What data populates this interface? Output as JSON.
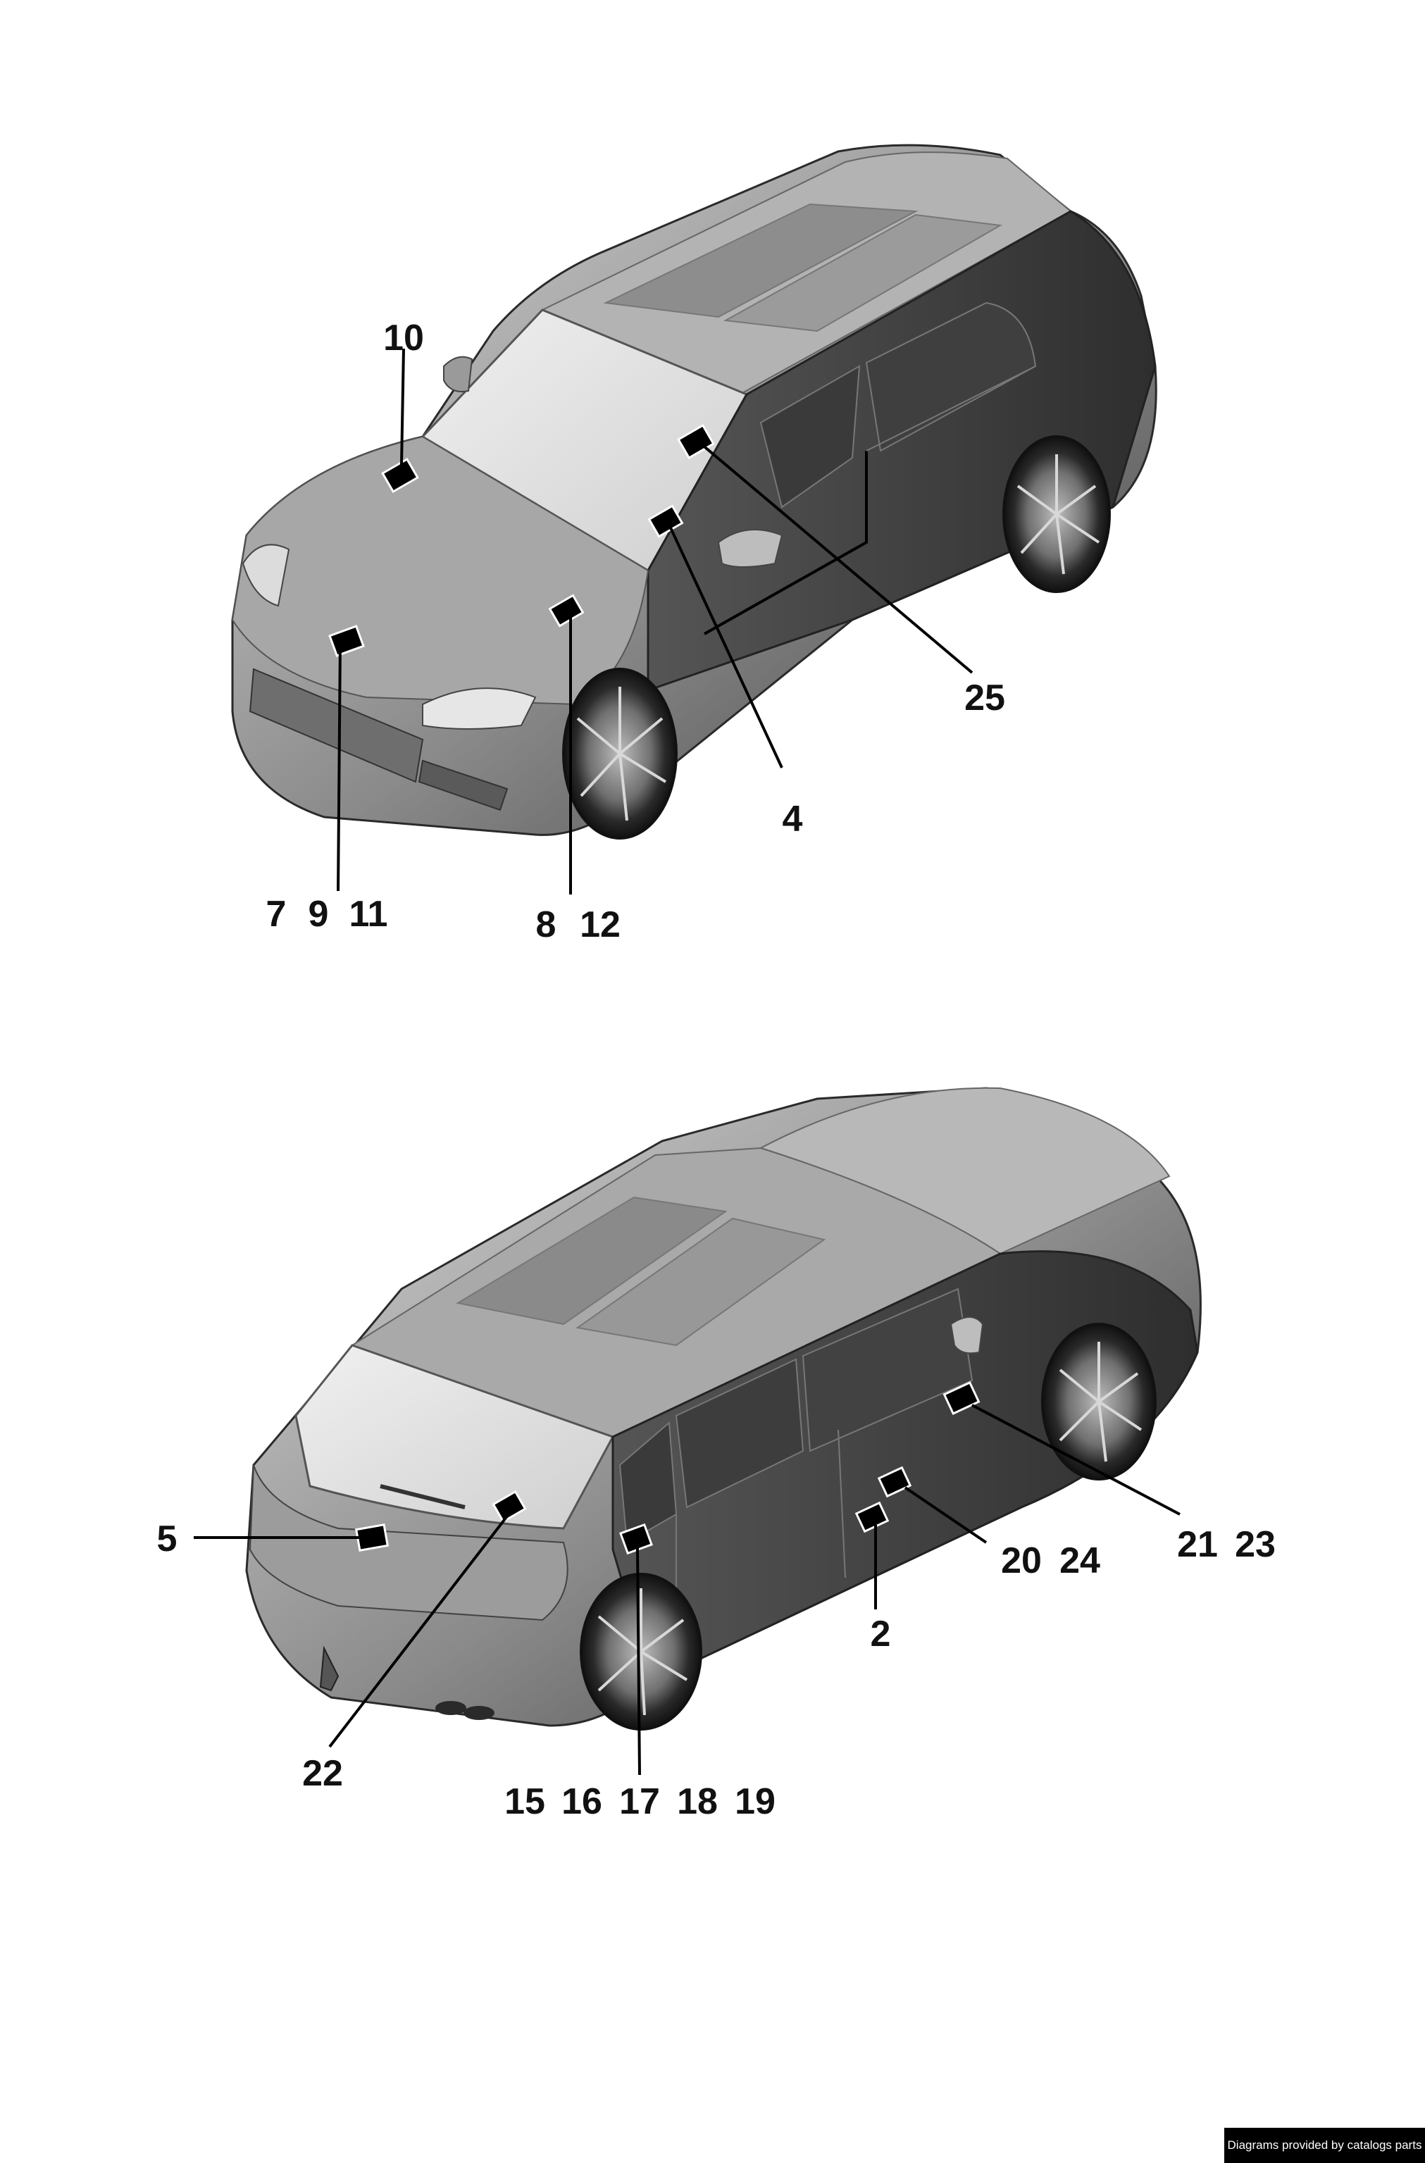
{
  "views": [
    {
      "name": "front-view",
      "callouts": [
        "10",
        "25",
        "4",
        "7",
        "9",
        "11",
        "8",
        "12"
      ]
    },
    {
      "name": "rear-view",
      "callouts": [
        "5",
        "22",
        "15",
        "16",
        "17",
        "18",
        "19",
        "2",
        "20",
        "24",
        "21",
        "23"
      ]
    }
  ],
  "footer": {
    "credit": "Diagrams provided by catalogs parts"
  },
  "colors": {
    "label_marker": "#000000",
    "callout_text": "#111111",
    "body_light": "#c9c9c9",
    "body_dark": "#4a4a4a"
  }
}
